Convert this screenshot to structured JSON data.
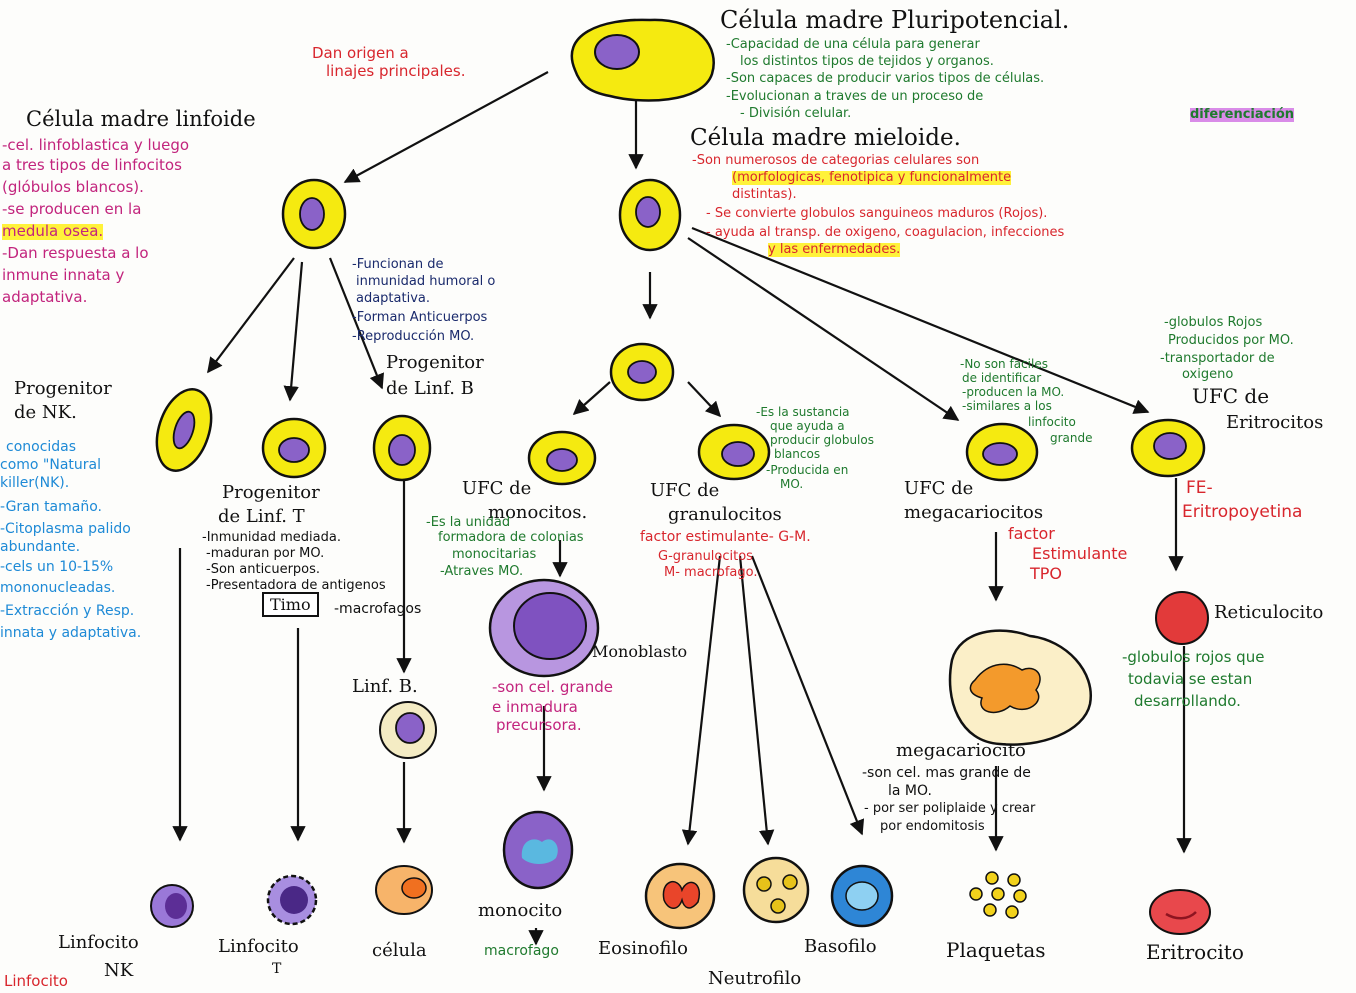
{
  "pluripotent": {
    "title": "Célula madre Pluripotencial.",
    "notes": [
      "-Capacidad de una célula para generar",
      "los distintos tipos de tejidos y organos.",
      "-Son capaces de producir varios tipos de células.",
      "-Evolucionan a traves de un proceso de",
      "diferenciación",
      "- División celular."
    ]
  },
  "origin_note": [
    "Dan origen a",
    "linajes principales."
  ],
  "lymphoid": {
    "title": "Célula madre linfoide",
    "notes": [
      "-cel. linfoblastica y luego",
      "a tres tipos de linfocitos",
      "(glóbulos blancos).",
      "-se producen en la",
      "medula osea.",
      "-Dan respuesta a lo",
      "inmune innata y",
      "adaptativa."
    ]
  },
  "myeloid": {
    "title": "Célula madre mieloide.",
    "notes": [
      "-Son numerosos de categorias celulares son",
      "(morfologicas, fenotipica y funcionalmente",
      "distintas).",
      "- Se convierte globulos sanguineos maduros (Rojos).",
      "- ayuda al transp. de oxigeno, coagulacion, infecciones",
      "y las enfermedades."
    ]
  },
  "b_functions": [
    "-Funcionan de",
    "inmunidad humoral o",
    "adaptativa.",
    "-Forman Anticuerpos",
    "-Reproducción MO."
  ],
  "nk_progenitor": {
    "title": [
      "Progenitor",
      "de NK."
    ],
    "notes": [
      "conocidas",
      "como \"Natural",
      "killer(NK).",
      "-Gran tamaño.",
      "-Citoplasma palido",
      "abundante.",
      "-cels un 10-15%",
      "mononucleadas.",
      "-Extracción y Resp.",
      "innata y adaptativa."
    ]
  },
  "t_progenitor": {
    "title": [
      "Progenitor",
      "de Linf. T"
    ],
    "notes": [
      "-Inmunidad mediada.",
      "-maduran por MO.",
      "-Son anticuerpos.",
      "-Presentadora de antigenos"
    ]
  },
  "b_progenitor": {
    "title": [
      "Progenitor",
      "de Linf. B"
    ]
  },
  "timo": "Timo",
  "macrofagos": "-macrofagos",
  "linf_b": "Linf. B.",
  "ufc_monocitos": {
    "title": [
      "UFC de",
      "monocitos."
    ],
    "notes": [
      "-Es la unidad",
      "formadora de colonias",
      "monocitarias",
      "-Atraves MO."
    ]
  },
  "ufc_granulocitos": {
    "title": [
      "UFC de",
      "granulocitos"
    ],
    "red_notes": [
      "factor estimulante- G-M.",
      "G-granulocitos",
      "M- macrofago."
    ],
    "green_notes": [
      "-Es la sustancia",
      "que ayuda a",
      "producir globulos",
      "blancos",
      "-Producida en",
      "MO."
    ]
  },
  "ufc_megacariocitos": {
    "title": [
      "UFC de",
      "megacariocitos"
    ],
    "green_notes": [
      "-No son faciles",
      "de identificar",
      "-producen la MO.",
      "-similares a los",
      "linfocito",
      "grande"
    ],
    "red_notes": [
      "factor",
      "Estimulante",
      "TPO"
    ]
  },
  "ufc_eritrocitos": {
    "title": [
      "UFC de",
      "Eritrocitos"
    ],
    "green_notes": [
      "-globulos Rojos",
      "Producidos por MO.",
      "-transportador de",
      "oxigeno"
    ],
    "red_notes": [
      "FE-",
      "Eritropoyetina"
    ]
  },
  "monoblasto": {
    "label": "Monoblasto",
    "notes": [
      "-son cel. grande",
      "e inmadura",
      "precursora."
    ]
  },
  "megacariocito": {
    "label": "megacariocito",
    "notes": [
      "-son cel. mas grande de",
      "la MO.",
      "- por ser poliplaide y crear",
      "por endomitosis"
    ]
  },
  "reticulocito": {
    "label": "Reticulocito",
    "notes": [
      "-globulos rojos que",
      "todavia se estan",
      "desarrollando."
    ]
  },
  "final_cells": {
    "nk": [
      "Linfocito",
      "NK"
    ],
    "t": [
      "Linfocito",
      "T"
    ],
    "cell": "célula",
    "monocito": "monocito",
    "macrofago": "macrofago",
    "eosinofilo": "Eosinofilo",
    "neutrofilo": "Neutrofilo",
    "basofilo": "Basofilo",
    "plaquetas": "Plaquetas",
    "eritrocito": "Eritrocito",
    "corner": "Linfocito"
  },
  "colors": {
    "yellow": "#f5ea10",
    "purple": "#8a62c8",
    "orange": "#f39a2c",
    "red": "#e23a3a",
    "green_text": "#1f7a2e",
    "red_text": "#d8262d",
    "blue_text": "#1e8ad6",
    "highlight": "#fff23a"
  }
}
